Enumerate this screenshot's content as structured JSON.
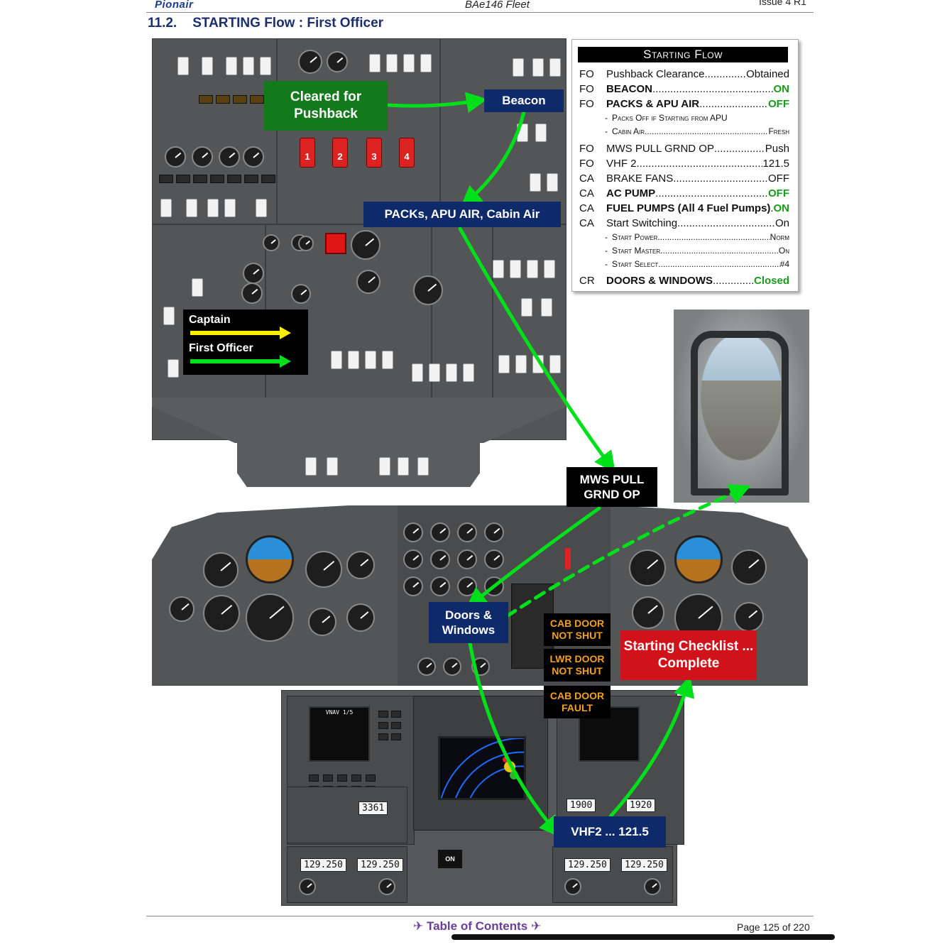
{
  "header": {
    "logo": "Pionair",
    "fleet": "BAe146 Fleet",
    "issue": "Issue 4 R1"
  },
  "section": {
    "number": "11.2.",
    "title": "STARTING Flow : First Officer"
  },
  "diagram_labels": {
    "cleared_for_pushback": "Cleared for Pushback",
    "beacon": "Beacon",
    "packs_apu_cabin": "PACKs, APU AIR, Cabin Air",
    "mws_pull": "MWS PULL GRND OP",
    "doors_windows": "Doors & Windows",
    "cab_door_not_shut": "CAB DOOR NOT SHUT",
    "lwr_door_not_shut": "LWR DOOR NOT SHUT",
    "cab_door_fault": "CAB DOOR FAULT",
    "starting_checklist": "Starting Checklist ... Complete",
    "vhf2": "VHF2 ... 121.5"
  },
  "legend": {
    "captain": "Captain",
    "first_officer": "First Officer"
  },
  "overhead_buttons": [
    "1",
    "2",
    "3",
    "4"
  ],
  "checklist": {
    "title": "Starting Flow",
    "rows": [
      {
        "who": "FO",
        "item": "Pushback Clearance",
        "value": "Obtained",
        "bold": false,
        "green": false
      },
      {
        "who": "FO",
        "item": "BEACON",
        "value": "ON",
        "bold": true,
        "green": true
      },
      {
        "who": "FO",
        "item": "PACKS & APU AIR",
        "value": "OFF",
        "bold": true,
        "green": true
      },
      {
        "sub": true,
        "item": "Packs Off if Starting from APU",
        "value": ""
      },
      {
        "sub": true,
        "item": "Cabin Air",
        "value": "Fresh"
      },
      {
        "who": "FO",
        "item": "MWS PULL GRND OP",
        "value": "Push",
        "bold": false,
        "green": false
      },
      {
        "who": "FO",
        "item": "VHF 2",
        "value": "121.5",
        "bold": false,
        "green": false
      },
      {
        "who": "CA",
        "item": "BRAKE FANS",
        "value": "OFF",
        "bold": false,
        "green": false
      },
      {
        "who": "CA",
        "item": "AC PUMP",
        "value": "OFF",
        "bold": true,
        "green": true
      },
      {
        "who": "CA",
        "item": "FUEL PUMPS (All 4 Fuel Pumps)",
        "value": "ON",
        "bold": true,
        "green": true
      },
      {
        "who": "CA",
        "item": "Start Switching",
        "value": "On",
        "bold": false,
        "green": false
      },
      {
        "sub": true,
        "item": "Start Power",
        "value": "Norm"
      },
      {
        "sub": true,
        "item": "Start Master",
        "value": "On"
      },
      {
        "sub": true,
        "item": "Start Select",
        "value": "#4"
      },
      {
        "who": "CR",
        "item": "DOORS & WINDOWS",
        "value": "Closed",
        "bold": true,
        "green": true
      }
    ]
  },
  "pedestal": {
    "adf_left": "1900",
    "adf_right": "1920",
    "atc_code": "3361",
    "vhf1_active": "129.250",
    "vhf1_standby": "129.250",
    "vhf2_active": "129.250",
    "vhf2_standby": "129.250",
    "cdu_title": "VNAV 1/5",
    "terrain_button": "ON"
  },
  "footer": {
    "toc": "✈ Table of Contents ✈",
    "page": "Page 125 of 220"
  },
  "colors": {
    "arrow_green": "#00e01a",
    "label_navy": "#0e2a6b",
    "label_green": "#137a1b",
    "label_red": "#d0121b",
    "legend_yellow": "#ffee00"
  }
}
